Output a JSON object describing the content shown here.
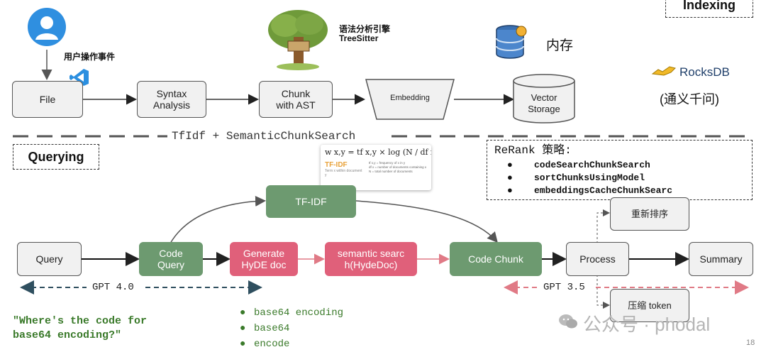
{
  "indexing_label": "Indexing",
  "querying_label": "Querying",
  "user_event_label": "用户操作事件",
  "parser": {
    "line1": "语法分析引擎",
    "line2": "TreeSitter"
  },
  "memory_label": "内存",
  "rocksdb_label": "RocksDB",
  "tongyi_label": "(通义千问)",
  "separator_label": "TfIdf + SemanticChunkSearch",
  "indexing_nodes": {
    "file": "File",
    "syntax": "Syntax Analysis",
    "chunk": "Chunk with AST",
    "embedding": "Embedding",
    "vector": "Vector Storage"
  },
  "rerank": {
    "title": "ReRank 策略:",
    "items": [
      "codeSearchChunkSearch",
      "sortChunksUsingModel",
      "embeddingsCacheChunkSearc"
    ]
  },
  "tfidf_card": {
    "formula": "w x,y = tf x,y × log (N / df x)",
    "title": "TF-IDF",
    "subtitle": "Term x within document y",
    "legend": [
      "tf x,y = frequency of x in y",
      "df x = number of documents containing x",
      "N = total number of documents"
    ]
  },
  "query_nodes": {
    "query": "Query",
    "code_query": "Code Query",
    "hyde": "Generate HyDE doc",
    "semantic": "semantic search(HydeDoc)",
    "code_chunk": "Code Chunk",
    "process": "Process",
    "summary": "Summary",
    "tfidf": "TF-IDF",
    "rerank_node": "重新排序",
    "compress": "压缩 token"
  },
  "gpt4_label": "GPT 4.0",
  "gpt35_label": "GPT 3.5",
  "example_question": "\"Where's the code for base64 encoding?\"",
  "keywords": [
    "base64 encoding",
    "base64",
    "encode"
  ],
  "watermark": "公众号 · phodal",
  "page_number": "18",
  "colors": {
    "green": "#6d9a70",
    "pink": "#e0607a",
    "gpt4_line": "#2f4f5f",
    "gpt35_line": "#e07a86",
    "example_text": "#3a7a2a"
  }
}
